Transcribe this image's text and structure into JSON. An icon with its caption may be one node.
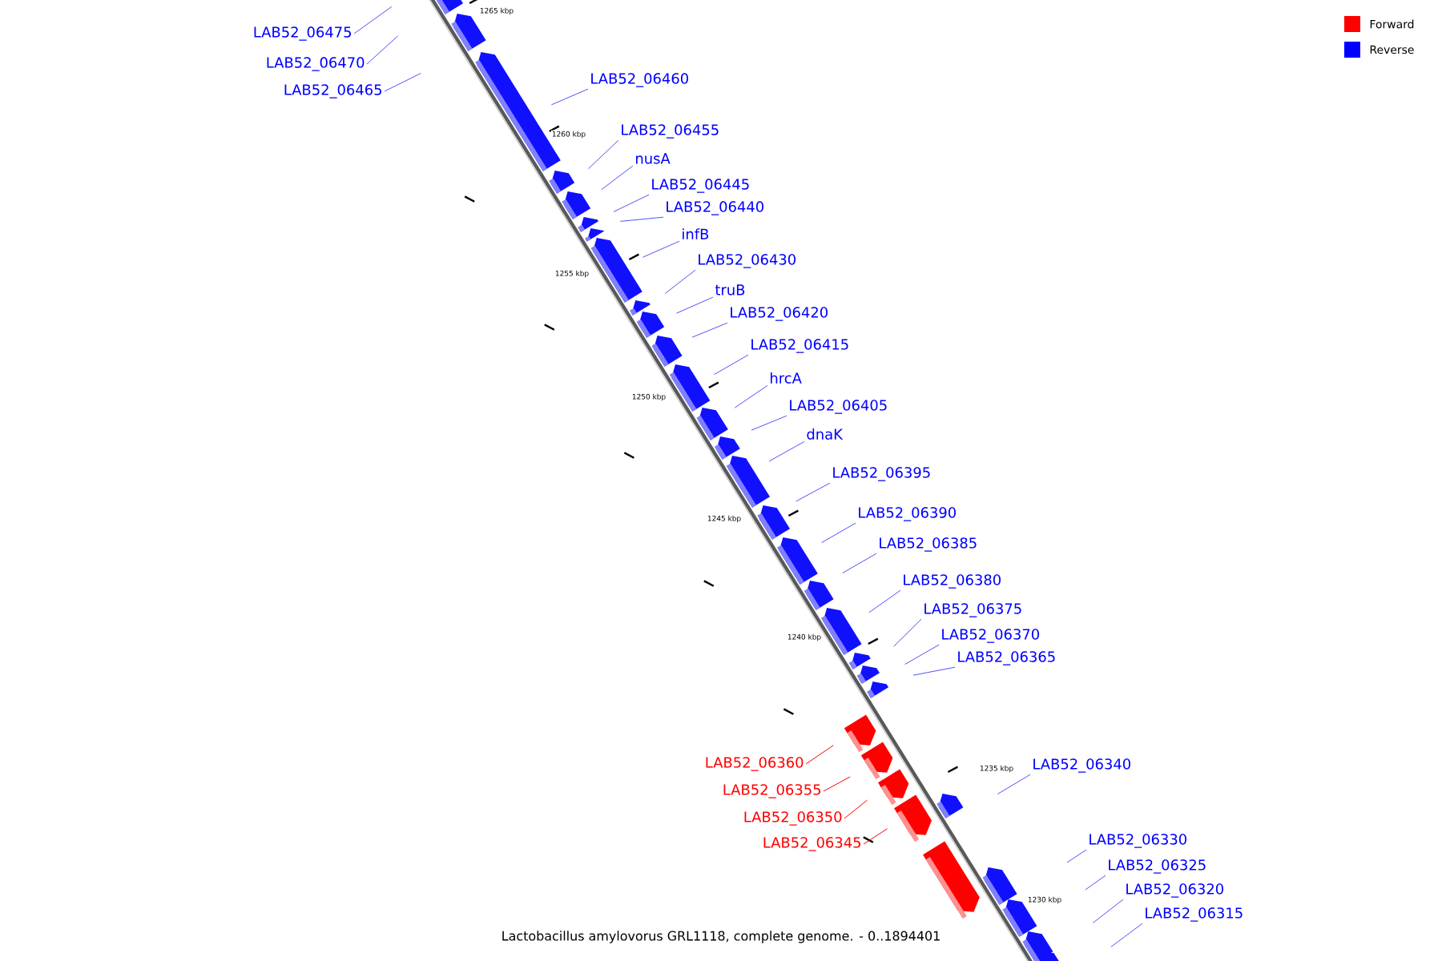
{
  "diagram": {
    "caption": "Lactobacillus amylovorus GRL1118, complete genome. - 0..1894401",
    "nodes": [
      {
        "text": [
          "LAB52_06475"
        ]
      },
      {
        "text": [
          "LAB52_06470"
        ]
      },
      {
        "text": [
          "LAB52_06465"
        ]
      },
      {
        "text": [
          "LAB52_06460"
        ]
      },
      {
        "text": [
          "LAB52_06455"
        ]
      },
      {
        "text": [
          "nusA"
        ]
      },
      {
        "text": [
          "LAB52_06445"
        ]
      },
      {
        "text": [
          "LAB52_06440"
        ]
      },
      {
        "text": [
          "infB"
        ]
      },
      {
        "text": [
          "LAB52_06430"
        ]
      },
      {
        "text": [
          "truB"
        ]
      },
      {
        "text": [
          "LAB52_06420"
        ]
      },
      {
        "text": [
          "LAB52_06415"
        ]
      },
      {
        "text": [
          "hrcA"
        ]
      },
      {
        "text": [
          "LAB52_06405"
        ]
      },
      {
        "text": [
          "dnaK"
        ]
      },
      {
        "text": [
          "LAB52_06395"
        ]
      },
      {
        "text": [
          "LAB52_06390"
        ]
      },
      {
        "text": [
          "LAB52_06385"
        ]
      },
      {
        "text": [
          "LAB52_06380"
        ]
      },
      {
        "text": [
          "LAB52_06375"
        ]
      },
      {
        "text": [
          "LAB52_06370"
        ]
      },
      {
        "text": [
          "LAB52_06365"
        ]
      },
      {
        "text": [
          "LAB52_06340"
        ]
      },
      {
        "text": [
          "LAB52_06360"
        ]
      },
      {
        "text": [
          "LAB52_06355"
        ]
      },
      {
        "text": [
          "LAB52_06350"
        ]
      },
      {
        "text": [
          "LAB52_06345"
        ]
      },
      {
        "text": [
          "LAB52_06330"
        ]
      },
      {
        "text": [
          "LAB52_06325"
        ]
      },
      {
        "text": [
          "LAB52_06320"
        ]
      },
      {
        "text": [
          "LAB52_06315"
        ]
      }
    ],
    "edges": [
      {
        "from": 0,
        "to": null,
        "arrow": "none"
      },
      {
        "from": 1,
        "to": null,
        "arrow": "none"
      },
      {
        "from": 2,
        "to": null,
        "arrow": "none"
      },
      {
        "from": 3,
        "to": null,
        "arrow": "none"
      },
      {
        "from": 4,
        "to": null,
        "arrow": "none"
      },
      {
        "from": 5,
        "to": null,
        "arrow": "none"
      },
      {
        "from": 6,
        "to": null,
        "arrow": "none"
      },
      {
        "from": 7,
        "to": null,
        "arrow": "none"
      },
      {
        "from": 8,
        "to": null,
        "arrow": "none"
      },
      {
        "from": 9,
        "to": null,
        "arrow": "none"
      },
      {
        "from": 10,
        "to": null,
        "arrow": "none"
      },
      {
        "from": 11,
        "to": null,
        "arrow": "none"
      },
      {
        "from": 12,
        "to": null,
        "arrow": "none"
      },
      {
        "from": 13,
        "to": null,
        "arrow": "none"
      },
      {
        "from": 14,
        "to": null,
        "arrow": "none"
      },
      {
        "from": 15,
        "to": null,
        "arrow": "none"
      },
      {
        "from": 16,
        "to": null,
        "arrow": "none"
      },
      {
        "from": 17,
        "to": null,
        "arrow": "none"
      },
      {
        "from": 18,
        "to": null,
        "arrow": "none"
      },
      {
        "from": 19,
        "to": null,
        "arrow": "none"
      },
      {
        "from": 20,
        "to": null,
        "arrow": "none"
      },
      {
        "from": 21,
        "to": null,
        "arrow": "none"
      },
      {
        "from": 22,
        "to": null,
        "arrow": "none"
      },
      {
        "from": 23,
        "to": null,
        "arrow": "none"
      },
      {
        "from": 24,
        "to": null,
        "arrow": "none",
        "color": "#ff0000"
      },
      {
        "from": 25,
        "to": null,
        "arrow": "none",
        "color": "#ff0000"
      },
      {
        "from": 26,
        "to": null,
        "arrow": "none",
        "color": "#ff0000"
      },
      {
        "from": 27,
        "to": null,
        "arrow": "none",
        "color": "#ff0000"
      },
      {
        "from": 28,
        "to": null,
        "arrow": "none"
      },
      {
        "from": 29,
        "to": null,
        "arrow": "none"
      },
      {
        "from": 30,
        "to": null,
        "arrow": "none"
      },
      {
        "from": 31,
        "to": null,
        "arrow": "none"
      }
    ],
    "labels": [
      "1265 kbp",
      "1260 kbp",
      "1255 kbp",
      "1250 kbp",
      "1245 kbp",
      "1240 kbp",
      "1235 kbp",
      "1230 kbp"
    ],
    "legend": [
      {
        "text": "Forward",
        "color": "#ff0000"
      },
      {
        "text": "Reverse",
        "color": "#0000ff"
      }
    ]
  }
}
